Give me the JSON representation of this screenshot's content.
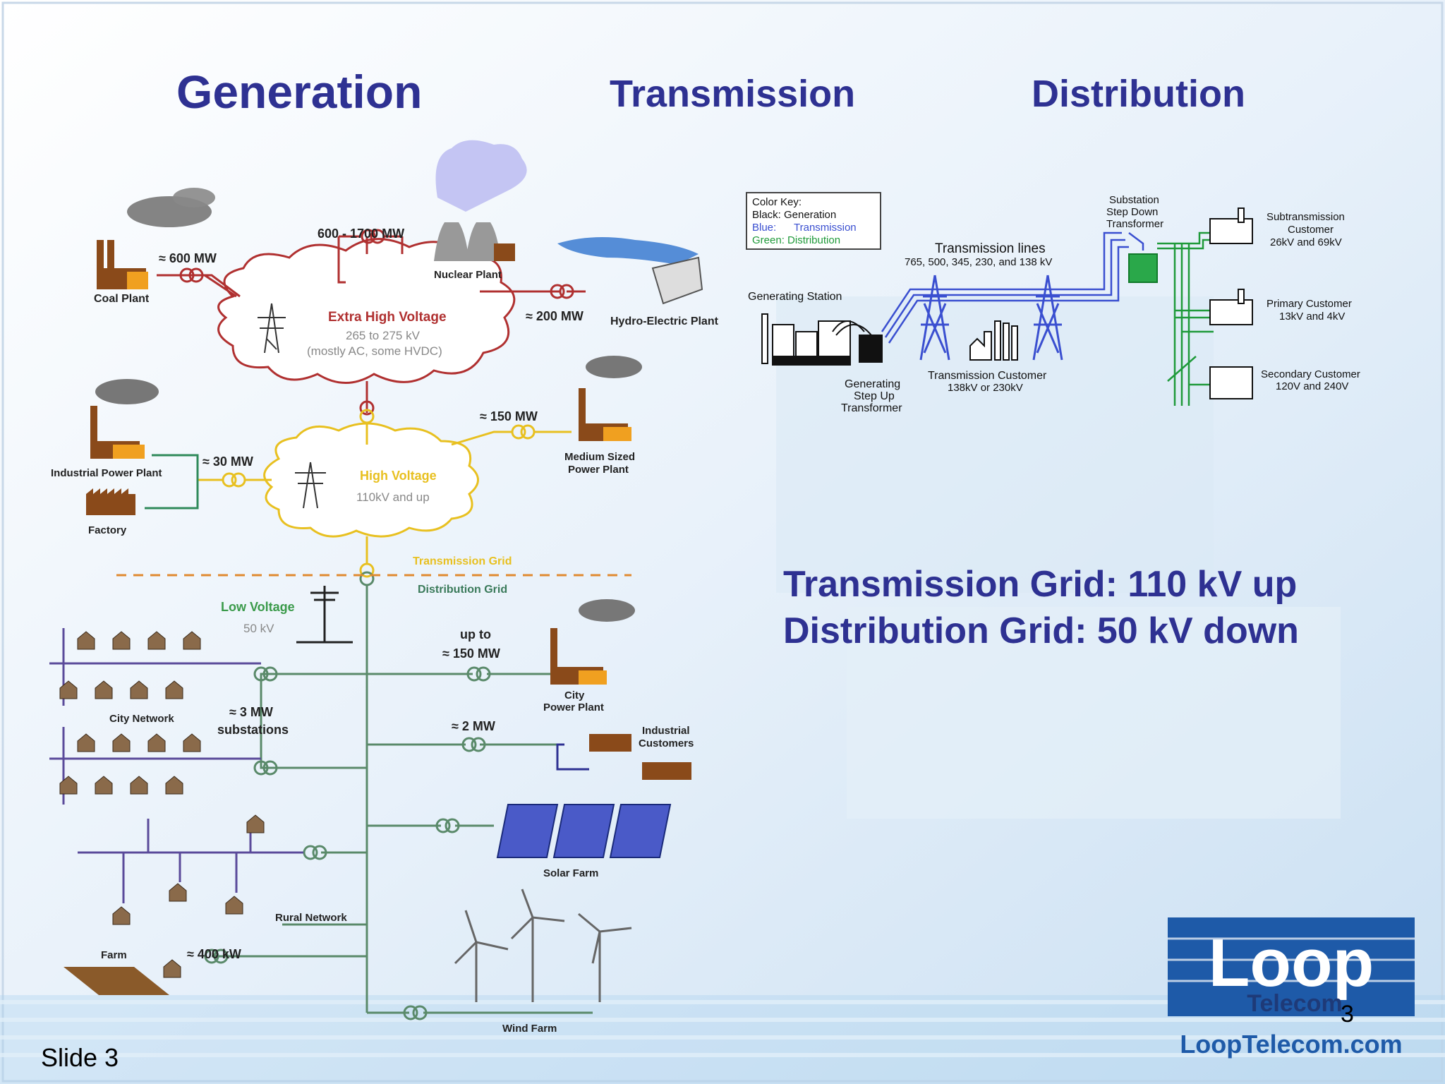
{
  "headings": {
    "generation": "Generation",
    "transmission": "Transmission",
    "distribution": "Distribution"
  },
  "statements": {
    "line1": "Transmission Grid: 110 kV up",
    "line2": "Distribution Grid: 50 kV down"
  },
  "footer": {
    "slide_label": "Slide 3",
    "page_number": "3",
    "logo_word": "Loop",
    "logo_sub": "Telecom",
    "logo_url": "LoopTelecom.com"
  },
  "left_diagram": {
    "coal_plant": "Coal Plant",
    "coal_mw": "≈ 600  MW",
    "nuclear_mw": "600 - 1700  MW",
    "nuclear_plant": "Nuclear Plant",
    "hydro_mw": "≈ 200  MW",
    "hydro_plant": "Hydro-Electric Plant",
    "ehv_title": "Extra High Voltage",
    "ehv_range": "265 to 275 kV",
    "ehv_note": "(mostly AC, some HVDC)",
    "medium_mw": "≈ 150  MW",
    "medium_plant_1": "Medium Sized",
    "medium_plant_2": "Power Plant",
    "industrial_plant": "Industrial Power Plant",
    "industrial_mw": "≈ 30 MW",
    "factory": "Factory",
    "hv_title": "High Voltage",
    "hv_range": "110kV and up",
    "transmission_grid": "Transmission Grid",
    "distribution_grid": "Distribution Grid",
    "lv_title": "Low Voltage",
    "lv_range": "50 kV",
    "city_upto_1": "up to",
    "city_upto_2": "≈ 150  MW",
    "city_plant_1": "City",
    "city_plant_2": "Power Plant",
    "city_network": "City Network",
    "substations_mw": "≈ 3  MW",
    "substations": "substations",
    "ind_cust_mw": "≈ 2  MW",
    "ind_cust_1": "Industrial",
    "ind_cust_2": "Customers",
    "solar_farm": "Solar Farm",
    "rural_network": "Rural Network",
    "farm": "Farm",
    "farm_kw": "≈ 400  kW",
    "wind_farm": "Wind Farm"
  },
  "right_diagram": {
    "key_title": "Color Key:",
    "key_black": "Black:  Generation",
    "key_blue_label": "Blue:",
    "key_blue_value": "Transmission",
    "key_green": "Green: Distribution",
    "gen_station": "Generating Station",
    "tx_lines": "Transmission lines",
    "tx_voltages": "765, 500, 345, 230, and 138 kV",
    "gsu_1": "Generating",
    "gsu_2": "Step Up",
    "gsu_3": "Transformer",
    "tx_customer_1": "Transmission Customer",
    "tx_customer_2": "138kV or 230kV",
    "sub_1": "Substation",
    "sub_2": "Step Down",
    "sub_3": "Transformer",
    "subtx_1": "Subtransmission",
    "subtx_2": "Customer",
    "subtx_3": "26kV and 69kV",
    "primary_1": "Primary Customer",
    "primary_2": "13kV and 4kV",
    "secondary_1": "Secondary Customer",
    "secondary_2": "120V and 240V"
  },
  "colors": {
    "title_blue": "#2e3192",
    "ehv_red": "#b03030",
    "hv_yellow": "#e8c020",
    "dist_green": "#5a8a6a",
    "grid_orange": "#e08a30",
    "tx_blue": "#3a4fd0",
    "dist_line_green": "#1f9a3a"
  }
}
